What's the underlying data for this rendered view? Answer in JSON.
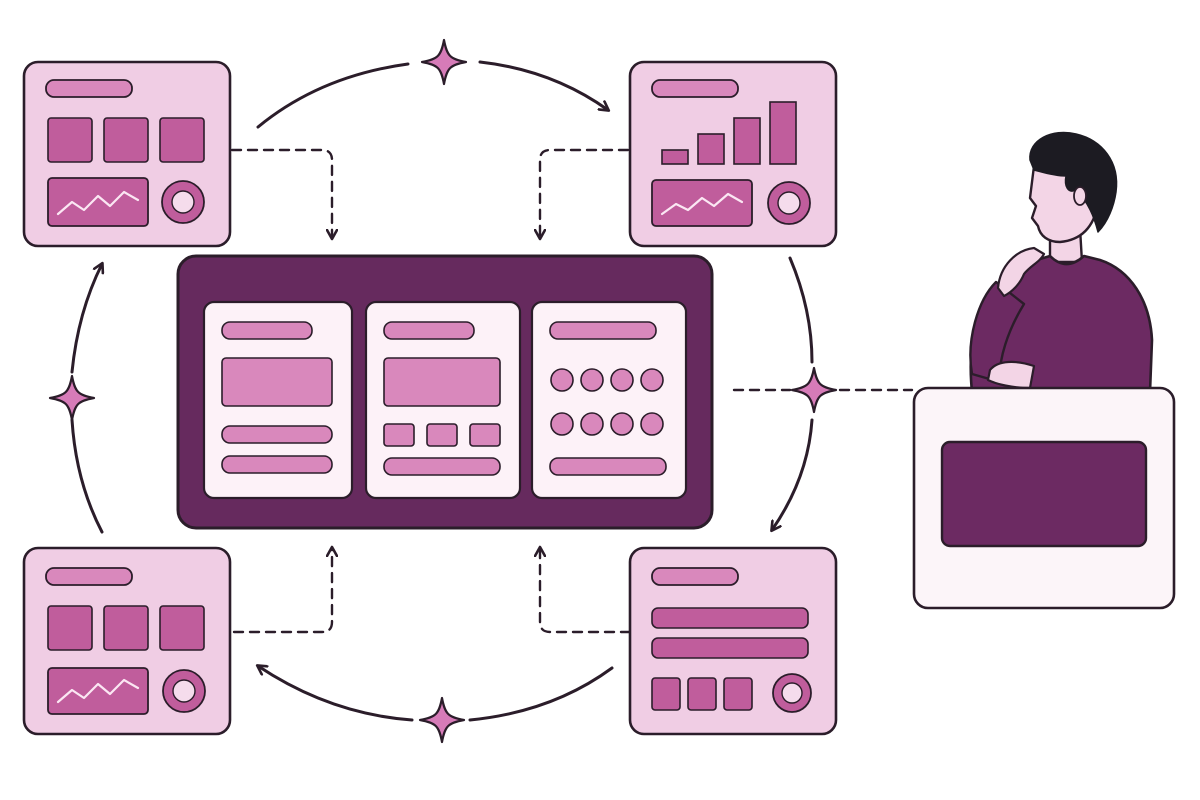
{
  "colors": {
    "background": "#ffffff",
    "outline": "#2b1d2a",
    "card_fill": "#f0cde4",
    "light_bar": "#d988bc",
    "dark_block": "#c05d9c",
    "hub_fill": "#662a5e",
    "panel_fill": "#fdf2f8",
    "sparkle": "#d67bb8",
    "person_shirt": "#6c2a62",
    "person_skin": "#f3d5e6",
    "person_hair": "#1c1b22",
    "monitor_screen": "#6c2a62",
    "monitor_body": "#fcf5f9"
  },
  "icons": [
    "sparkle-icon",
    "line-chart-icon",
    "donut-icon",
    "bar-chart-icon",
    "person-figure",
    "monitor-icon"
  ],
  "diagram": {
    "dashboard_cards": [
      {
        "id": "top-left",
        "layout": "kpi-grid-line-donut"
      },
      {
        "id": "top-right",
        "layout": "bars-line-donut"
      },
      {
        "id": "bottom-left",
        "layout": "kpi-grid-line-donut"
      },
      {
        "id": "bottom-right",
        "layout": "rows-kpi-donut"
      }
    ],
    "hub_panels": [
      "text-block",
      "text-grid",
      "dot-matrix"
    ],
    "cycle_direction": "clockwise",
    "dashed_connectors": 4,
    "sparkle_count": 4,
    "observer": "person-thinking-at-monitor"
  }
}
